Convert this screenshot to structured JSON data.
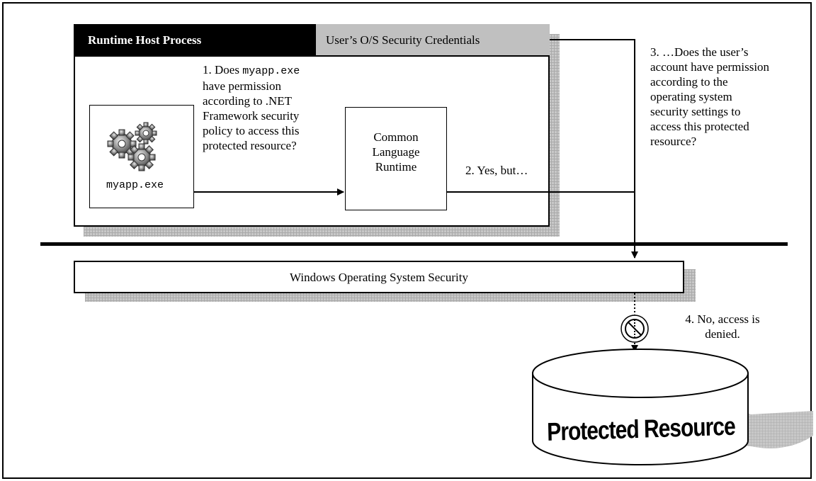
{
  "diagram": {
    "host_process_title": "Runtime Host Process",
    "credentials_label": "User’s O/S Security Credentials",
    "app_name": "myapp.exe",
    "clr_label": [
      "Common",
      "Language",
      "Runtime"
    ],
    "step1": {
      "prefix": "1. Does ",
      "code": "myapp.exe",
      "lines": [
        "have permission",
        "according to .NET",
        "Framework security",
        "policy to access this",
        "protected resource?"
      ]
    },
    "step2": "2. Yes, but…",
    "step3": [
      "3. …Does the user’s",
      "account have permission",
      "according to the",
      "operating system",
      "security settings to",
      "access this protected",
      "resource?"
    ],
    "os_security_label": "Windows Operating System Security",
    "step4": [
      "4. No, access is",
      "denied."
    ],
    "resource_label": "Protected Resource",
    "colors": {
      "title_bar": "#000000",
      "credentials_bar": "#c0c0c0",
      "shadow": "#c8c8c8"
    },
    "icons": [
      "gears-icon",
      "no-access-icon"
    ]
  }
}
